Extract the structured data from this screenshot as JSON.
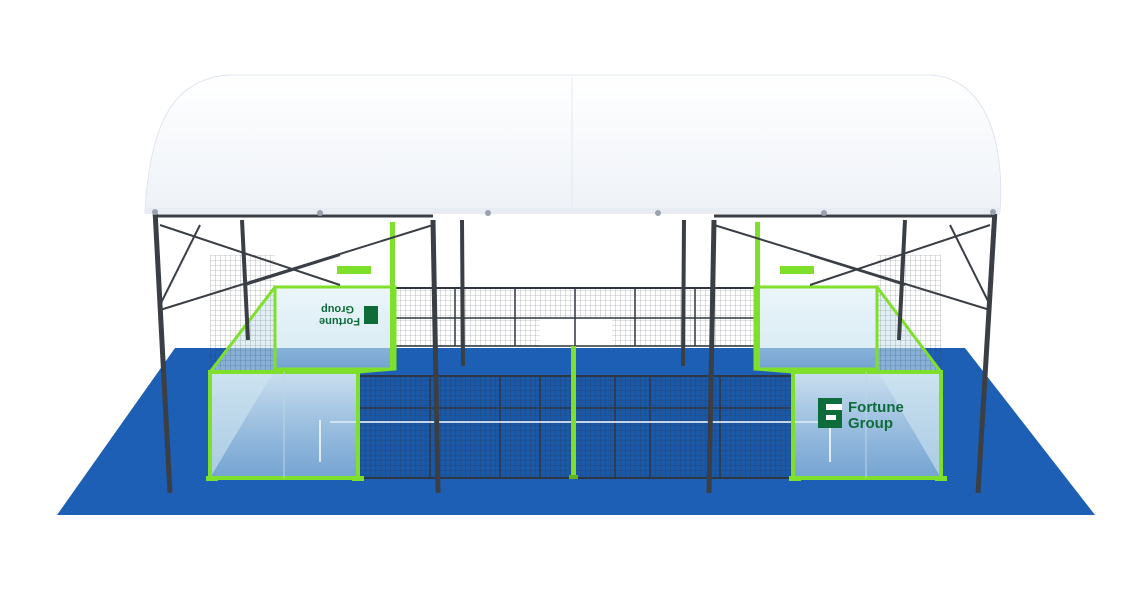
{
  "scene": {
    "subject": "padel-court-with-canopy"
  },
  "branding": {
    "logo_line1": "Fortune",
    "logo_line2": "Group"
  },
  "colors": {
    "court_blue": "#1d5fb4",
    "court_dark": "#123f8a",
    "frame_green": "#7ee02a",
    "steel": "#3a3f46",
    "canopy": "#f6f8fc",
    "brand_green": "#0e6b3a",
    "glass": "#d6ecf4"
  }
}
